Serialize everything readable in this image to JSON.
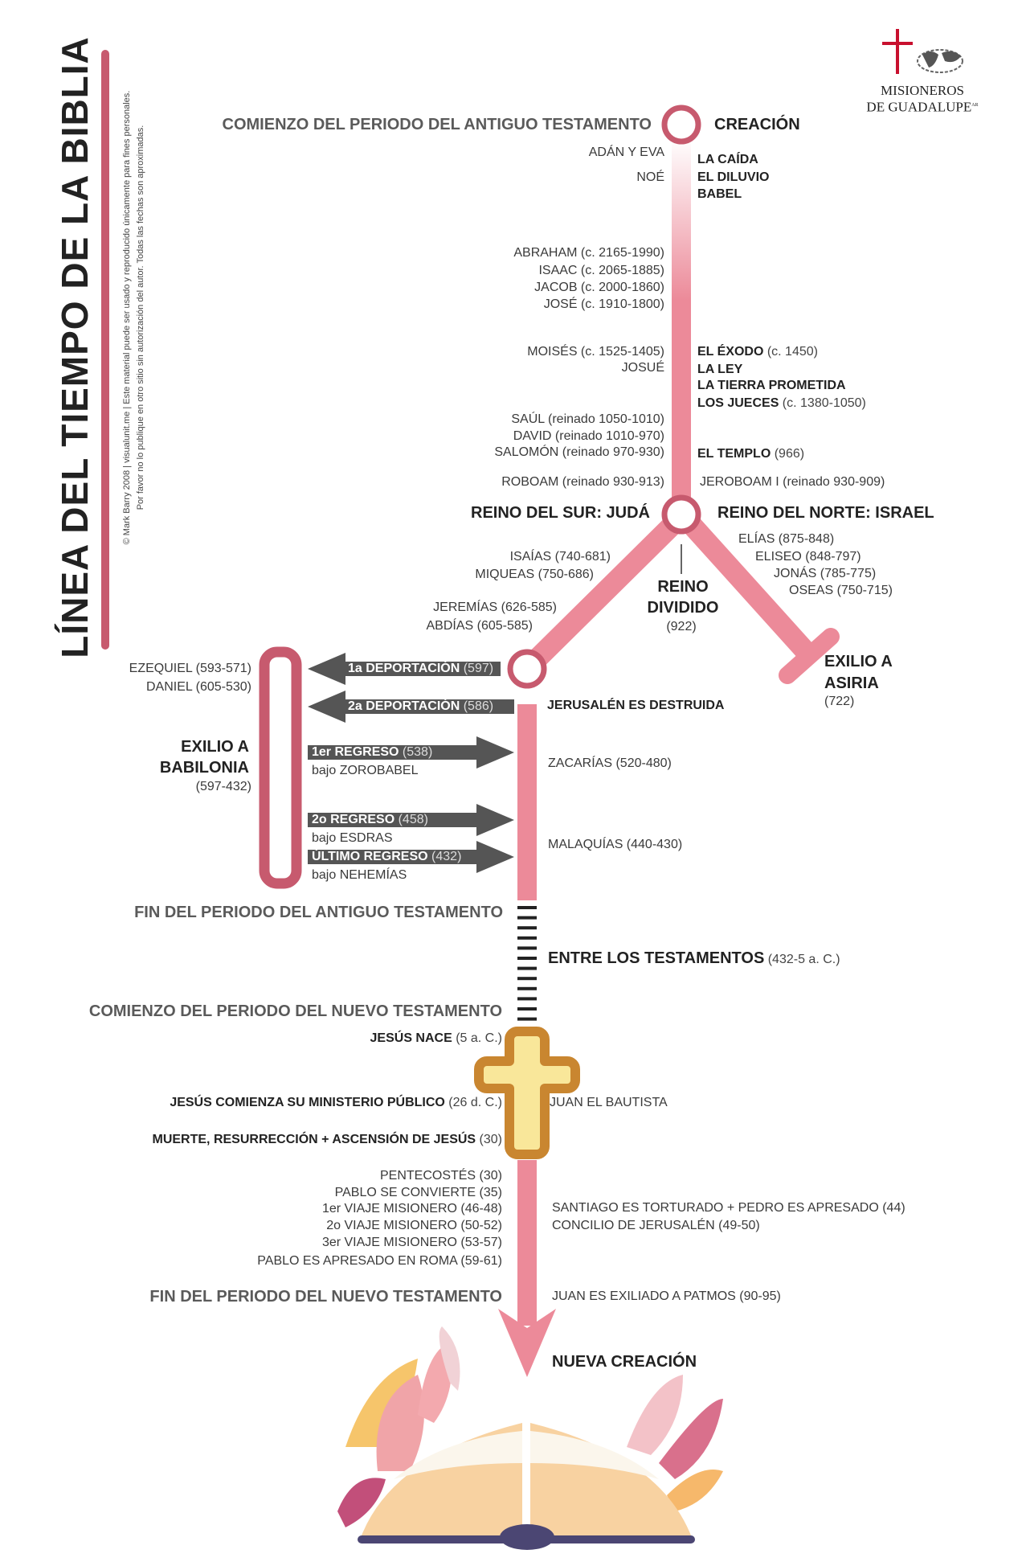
{
  "title": "LÍNEA DEL TIEMPO DE LA BIBLIA",
  "copyright": [
    "© Mark Barry 2008 | visualunit.me | Este material puede ser usado y reproducido únicamente para fines personales.",
    "Por favor no lo publique en otro sitio sin autorización del autor. Todas las fechas son aproximadas."
  ],
  "logo": {
    "line1": "MISIONEROS",
    "line2": "DE GUADALUPE",
    "suffix": "AR"
  },
  "colors": {
    "pink": "#ec8a99",
    "rose": "#c75a6e",
    "arrow": "#555555",
    "cross_border": "#c98630",
    "cross_fill": "#f9e79a"
  },
  "old_testament": {
    "start_label": "COMIENZO DEL PERIODO DEL ANTIGUO TESTAMENTO",
    "creation": "CREACIÓN",
    "left_early": [
      "ADÁN Y EVA",
      "NOÉ"
    ],
    "right_early": [
      "LA CAÍDA",
      "EL DILUVIO",
      "BABEL"
    ],
    "patriarchs": [
      "ABRAHAM (c. 2165-1990)",
      "ISAAC (c. 2065-1885)",
      "JACOB (c. 2000-1860)",
      "JOSÉ (c. 1910-1800)"
    ],
    "moses": [
      "MOISÉS (c. 1525-1405)",
      "JOSUÉ"
    ],
    "exodus": {
      "bold": "EL ÉXODO",
      "rest": " (c. 1450)"
    },
    "law": "LA LEY",
    "promised_land": "LA TIERRA PROMETIDA",
    "judges": {
      "bold": "LOS JUECES",
      "rest": " (c. 1380-1050)"
    },
    "kings": [
      "SAÚL (reinado 1050-1010)",
      "DAVID (reinado 1010-970)",
      "SALOMÓN (reinado 970-930)"
    ],
    "temple": {
      "bold": "EL TEMPLO",
      "rest": " (966)"
    },
    "roboam": "ROBOAM (reinado 930-913)",
    "jeroboam": "JEROBOAM I (reinado 930-909)",
    "south": "REINO DEL SUR: JUDÁ",
    "north": "REINO DEL NORTE: ISRAEL",
    "divided": {
      "line1": "REINO",
      "line2": "DIVIDIDO",
      "year": "(922)"
    },
    "south_prophets_a": [
      "ISAÍAS (740-681)",
      "MIQUEAS (750-686)"
    ],
    "south_prophets_b": [
      "JEREMÍAS (626-585)",
      "ABDÍAS (605-585)"
    ],
    "north_prophets": [
      "ELÍAS (875-848)",
      "ELISEO (848-797)",
      "JONÁS (785-775)",
      "OSEAS (750-715)"
    ],
    "assyria": {
      "line1": "EXILIO A",
      "line2": "ASIRIA",
      "year": "(722)"
    },
    "exile_prophets": [
      "EZEQUIEL (593-571)",
      "DANIEL (605-530)"
    ],
    "babylon": {
      "line1": "EXILIO A",
      "line2": "BABILONIA",
      "years": "(597-432)"
    },
    "deportation1": {
      "bold": "1a DEPORTACIÓN",
      "rest": " (597)"
    },
    "deportation2": {
      "bold": "2a DEPORTACIÓN",
      "rest": " (586)"
    },
    "jerusalem": "JERUSALÉN ES DESTRUIDA",
    "return1": {
      "bold": "1er REGRESO",
      "rest": " (538)",
      "sub": "bajo ZOROBABEL"
    },
    "return2": {
      "bold": "2o REGRESO",
      "rest": " (458)",
      "sub": "bajo ESDRAS"
    },
    "return3": {
      "bold": "ÚLTIMO REGRESO",
      "rest": " (432)",
      "sub": "bajo NEHEMÍAS"
    },
    "zacharias": "ZACARÍAS (520-480)",
    "malachi": "MALAQUÍAS (440-430)",
    "end_label": "FIN DEL PERIODO DEL ANTIGUO TESTAMENTO"
  },
  "intertestamental": {
    "bold": "ENTRE LOS TESTAMENTOS",
    "rest": " (432-5 a. C.)"
  },
  "new_testament": {
    "start_label": "COMIENZO DEL PERIODO DEL NUEVO TESTAMENTO",
    "birth": {
      "bold": "JESÚS NACE",
      "rest": " (5 a. C.)"
    },
    "ministry": {
      "bold": "JESÚS COMIENZA SU MINISTERIO PÚBLICO",
      "rest": " (26 d. C.)"
    },
    "john_baptist": "JUAN EL BAUTISTA",
    "death": {
      "bold": "MUERTE, RESURRECCIÓN + ASCENSIÓN DE JESÚS",
      "rest": " (30)"
    },
    "church_events": [
      "PENTECOSTÉS (30)",
      "PABLO SE CONVIERTE (35)",
      "1er VIAJE MISIONERO (46-48)",
      "2o VIAJE MISIONERO (50-52)",
      "3er VIAJE MISIONERO (53-57)",
      "PABLO ES APRESADO EN ROMA (59-61)"
    ],
    "right_events": [
      "SANTIAGO ES TORTURADO + PEDRO ES APRESADO (44)",
      "CONCILIO DE JERUSALÉN (49-50)"
    ],
    "end_label": "FIN DEL PERIODO DEL NUEVO TESTAMENTO",
    "patmos": "JUAN ES EXILIADO A PATMOS (90-95)",
    "new_creation": "NUEVA CREACIÓN"
  }
}
